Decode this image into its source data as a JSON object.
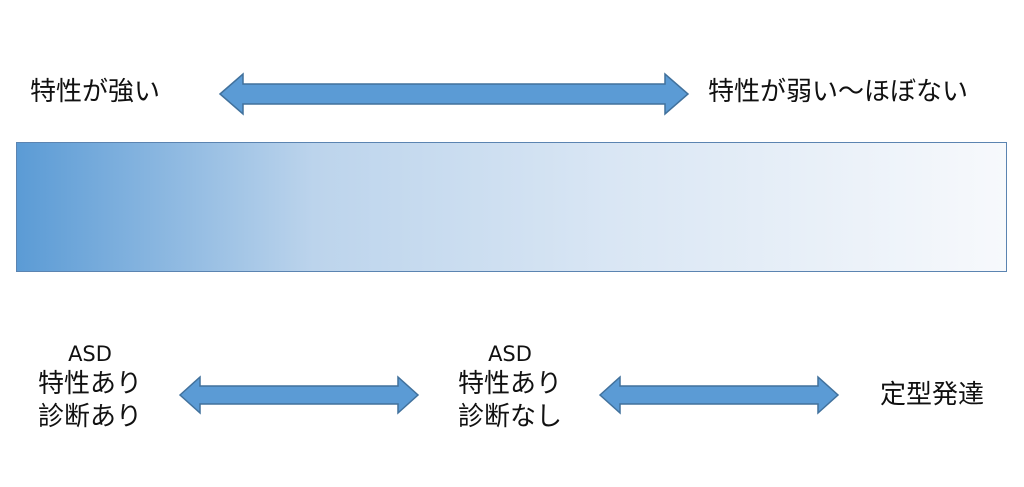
{
  "top_row": {
    "left_label": "特性が強い",
    "right_label": "特性が弱い～ほぼない"
  },
  "bottom_row": {
    "group_left": {
      "line1": "ASD",
      "line2": "特性あり",
      "line3": "診断あり"
    },
    "group_middle": {
      "line1": "ASD",
      "line2": "特性あり",
      "line3": "診断なし"
    },
    "group_right": {
      "line1": "定型発達"
    }
  },
  "colors": {
    "arrow_fill": "#5b9bd5",
    "arrow_stroke": "#41719c",
    "gradient_start": "#5b9bd5",
    "gradient_end": "#f7f9fc",
    "bar_border": "#5b84b1"
  }
}
